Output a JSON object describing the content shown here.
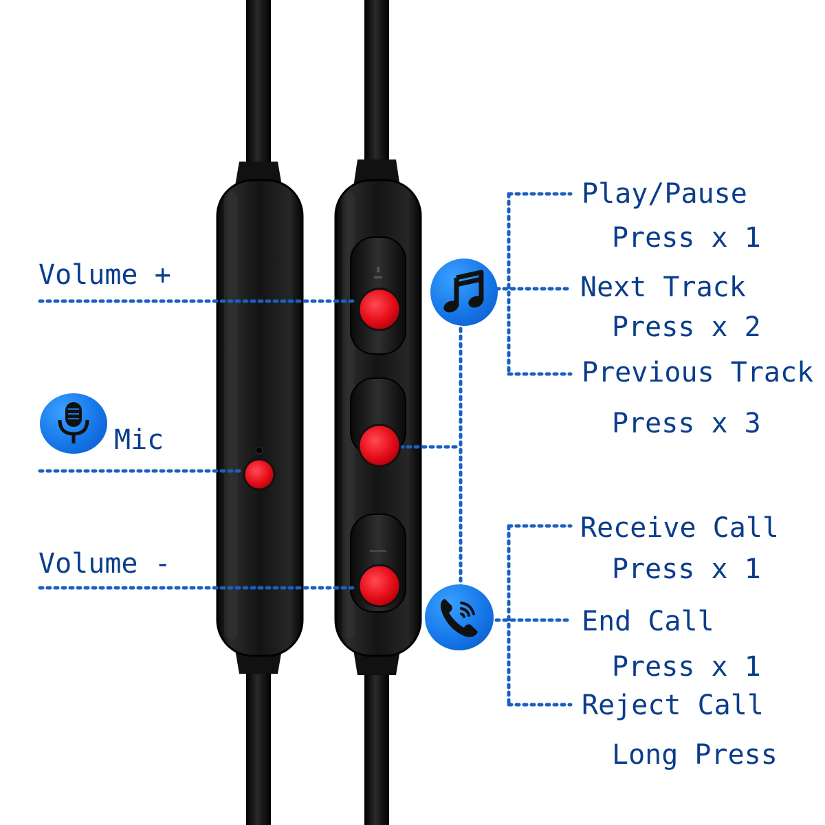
{
  "left_labels": {
    "volume_up": "Volume +",
    "mic": "Mic",
    "volume_down": "Volume -"
  },
  "music_controls": {
    "play_pause": "Play/Pause",
    "play_pause_action": "Press x 1",
    "next_track": "Next Track",
    "next_track_action": "Press x 2",
    "previous_track": "Previous Track",
    "previous_track_action": "Press x 3"
  },
  "call_controls": {
    "receive_call": "Receive Call",
    "receive_call_action": "Press x 1",
    "end_call": "End Call",
    "end_call_action": "Press x 1",
    "reject_call": "Reject Call",
    "reject_call_action": "Long Press"
  },
  "icons": {
    "music": "music-note-icon",
    "microphone": "microphone-icon",
    "phone": "phone-call-icon"
  },
  "colors": {
    "label_text": "#0a3d8c",
    "leader_line": "#1a5fc2",
    "button_dot": "#e8101c",
    "icon_badge": "#1677e8",
    "device_body": "#111111"
  }
}
